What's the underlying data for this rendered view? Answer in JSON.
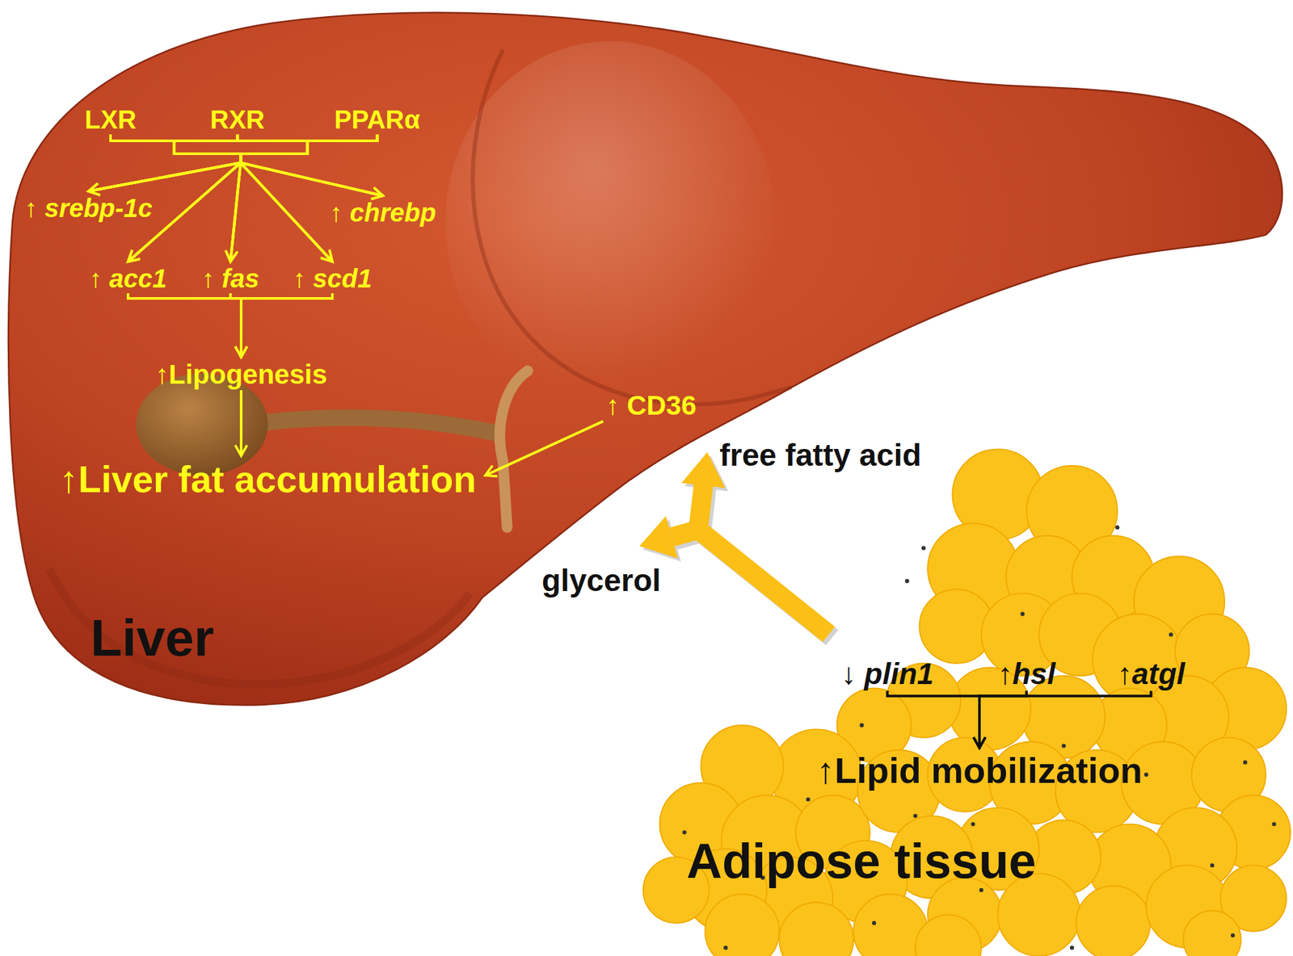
{
  "diagram": {
    "nodes": [
      {
        "text": [
          "Liver"
        ]
      },
      {
        "text": [
          "LXR"
        ],
        "in": 0
      },
      {
        "text": [
          "RXR"
        ],
        "in": 0
      },
      {
        "text": [
          "PPARα"
        ],
        "in": 0
      },
      {
        "text": [
          "↑ srebp-1c"
        ],
        "in": 0
      },
      {
        "text": [
          "↑ chrebp"
        ],
        "in": 0
      },
      {
        "text": [
          "↑ acc1"
        ],
        "in": 0
      },
      {
        "text": [
          "↑ fas"
        ],
        "in": 0
      },
      {
        "text": [
          "↑ scd1"
        ],
        "in": 0
      },
      {
        "text": [
          "↑Lipogenesis"
        ],
        "in": 0
      },
      {
        "text": [
          "↑Liver fat accumulation"
        ],
        "in": 0
      },
      {
        "text": [
          "↑ CD36"
        ],
        "in": 0
      },
      {
        "text": [
          "free fatty acid"
        ]
      },
      {
        "text": [
          "glycerol"
        ]
      },
      {
        "text": [
          "Adipose tissue"
        ]
      },
      {
        "text": [
          "↓ plin1"
        ],
        "in": 14
      },
      {
        "text": [
          "↑hsl"
        ],
        "in": 14
      },
      {
        "text": [
          "↑atgl"
        ],
        "in": 14
      },
      {
        "text": [
          "↑Lipid mobilization"
        ],
        "in": 14
      }
    ],
    "edges": [
      {
        "from": 1,
        "to": 4,
        "arrow": "to"
      },
      {
        "from": 1,
        "to": 6,
        "arrow": "to"
      },
      {
        "from": 1,
        "to": 7,
        "arrow": "to"
      },
      {
        "from": 1,
        "to": 8,
        "arrow": "to"
      },
      {
        "from": 1,
        "to": 5,
        "arrow": "to"
      },
      {
        "from": 2,
        "to": 4,
        "arrow": "to"
      },
      {
        "from": 2,
        "to": 6,
        "arrow": "to"
      },
      {
        "from": 2,
        "to": 7,
        "arrow": "to"
      },
      {
        "from": 2,
        "to": 8,
        "arrow": "to"
      },
      {
        "from": 2,
        "to": 5,
        "arrow": "to"
      },
      {
        "from": 3,
        "to": 4,
        "arrow": "to"
      },
      {
        "from": 3,
        "to": 6,
        "arrow": "to"
      },
      {
        "from": 3,
        "to": 7,
        "arrow": "to"
      },
      {
        "from": 3,
        "to": 8,
        "arrow": "to"
      },
      {
        "from": 3,
        "to": 5,
        "arrow": "to"
      },
      {
        "from": 6,
        "to": 9,
        "arrow": "to"
      },
      {
        "from": 7,
        "to": 9,
        "arrow": "to"
      },
      {
        "from": 8,
        "to": 9,
        "arrow": "to"
      },
      {
        "from": 9,
        "to": 10,
        "arrow": "to"
      },
      {
        "from": 11,
        "to": 10,
        "arrow": "to"
      },
      {
        "from": 15,
        "to": 18,
        "arrow": "to"
      },
      {
        "from": 16,
        "to": 18,
        "arrow": "to"
      },
      {
        "from": 17,
        "to": 18,
        "arrow": "to"
      },
      {
        "from": 14,
        "to": 12,
        "arrow": "to"
      },
      {
        "from": 14,
        "to": 13,
        "arrow": "to"
      }
    ]
  }
}
